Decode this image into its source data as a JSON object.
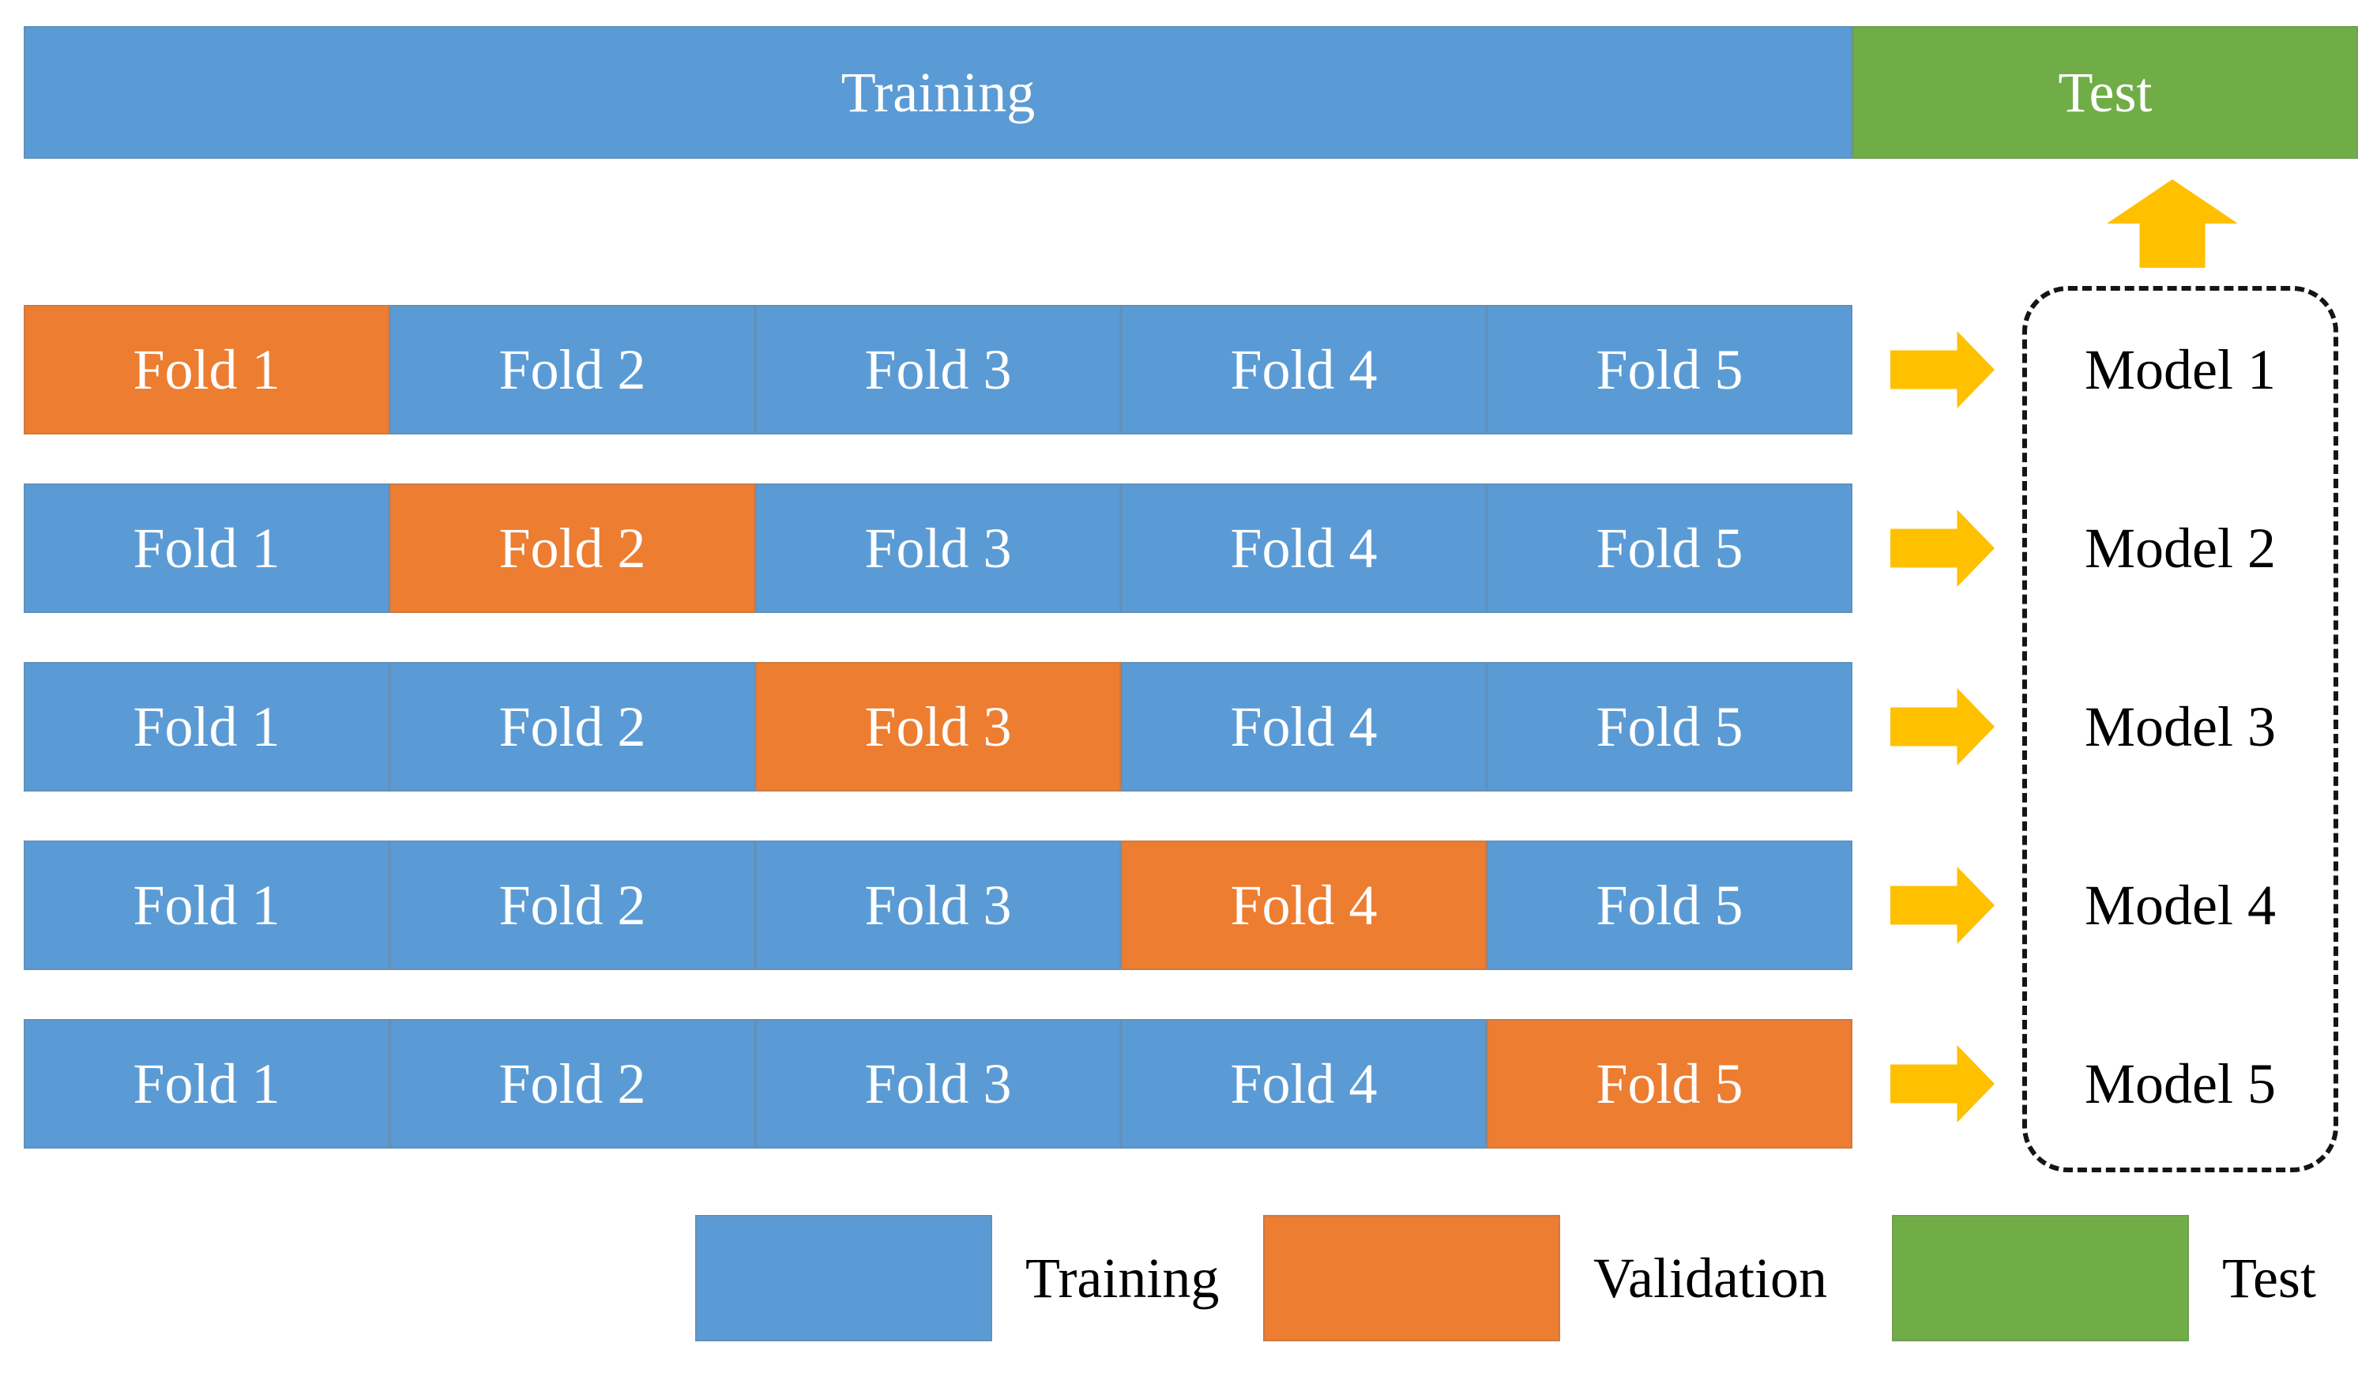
{
  "palette": {
    "training": "#5B9BD5",
    "validation": "#ED7D31",
    "test": "#70AD47",
    "arrow": "#FFC000"
  },
  "top_bar": {
    "training": "Training",
    "test": "Test"
  },
  "cv_rows": [
    {
      "model": "Model 1",
      "validation_fold": 0,
      "folds": [
        "Fold 1",
        "Fold 2",
        "Fold 3",
        "Fold 4",
        "Fold 5"
      ]
    },
    {
      "model": "Model 2",
      "validation_fold": 1,
      "folds": [
        "Fold 1",
        "Fold 2",
        "Fold 3",
        "Fold 4",
        "Fold 5"
      ]
    },
    {
      "model": "Model 3",
      "validation_fold": 2,
      "folds": [
        "Fold 1",
        "Fold 2",
        "Fold 3",
        "Fold 4",
        "Fold 5"
      ]
    },
    {
      "model": "Model 4",
      "validation_fold": 3,
      "folds": [
        "Fold 1",
        "Fold 2",
        "Fold 3",
        "Fold 4",
        "Fold 5"
      ]
    },
    {
      "model": "Model 5",
      "validation_fold": 4,
      "folds": [
        "Fold 1",
        "Fold 2",
        "Fold 3",
        "Fold 4",
        "Fold 5"
      ]
    }
  ],
  "legend": {
    "items": [
      {
        "key": "training",
        "label": "Training"
      },
      {
        "key": "validation",
        "label": "Validation"
      },
      {
        "key": "test",
        "label": "Test"
      }
    ]
  }
}
